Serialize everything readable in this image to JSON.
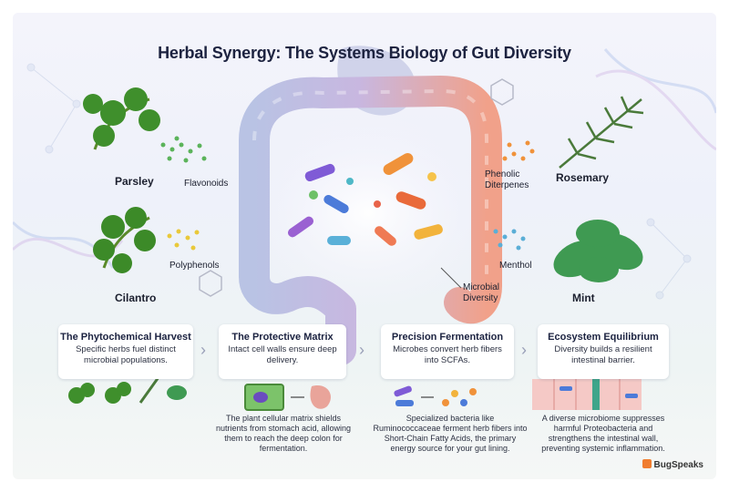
{
  "title": "Herbal Synergy: The Systems Biology of Gut Diversity",
  "herbs": {
    "parsley": "Parsley",
    "flavonoids": "Flavonoids",
    "cilantro": "Cilantro",
    "polyphenols": "Polyphenols",
    "phenolic_diterpenes": "Phenolic\nDiterpenes",
    "rosemary": "Rosemary",
    "menthol": "Menthol",
    "mint": "Mint"
  },
  "microbial_diversity": "Microbial\nDiversity",
  "cards": [
    {
      "title": "The Phytochemical Harvest",
      "text": "Specific herbs fuel distinct microbial populations."
    },
    {
      "title": "The Protective Matrix",
      "text": "Intact cell walls ensure deep delivery."
    },
    {
      "title": "Precision Fermentation",
      "text": "Microbes convert herb fibers into SCFAs."
    },
    {
      "title": "Ecosystem Equilibrium",
      "text": "Diversity builds a resilient intestinal barrier."
    }
  ],
  "details": [
    "The plant cellular matrix shields nutrients from stomach acid, allowing them to reach the deep colon for fermentation.",
    "Specialized bacteria like Ruminococcaceae ferment herb fibers into Short-Chain Fatty Acids, the primary energy source for your gut lining.",
    "A diverse microbiome suppresses harmful Proteobacteria and strengthens the intestinal wall, preventing systemic inflammation."
  ],
  "brand": "BugSpeaks",
  "colors": {
    "title": "#1d2340",
    "accent": "#f07d2f",
    "leaf": "#3f8f2c"
  }
}
